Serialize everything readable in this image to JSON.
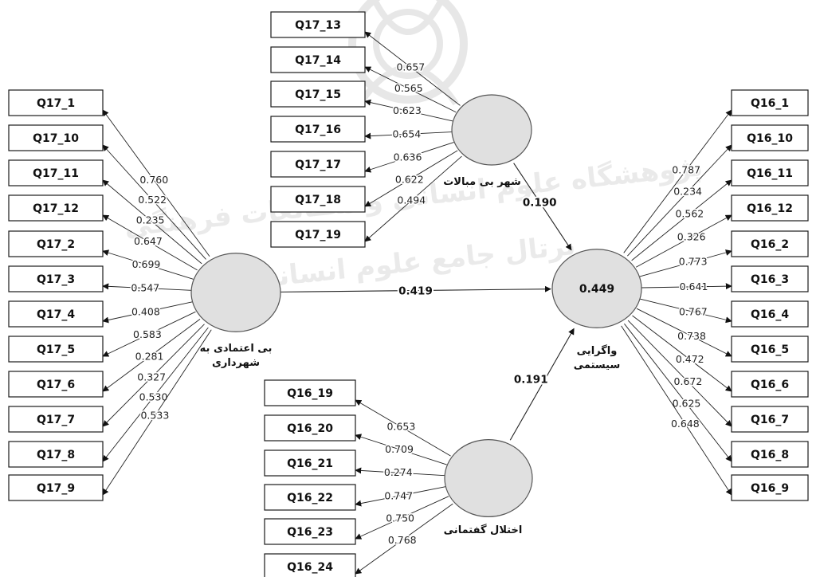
{
  "latent_variables": {
    "distrust": {
      "name_line1": "بی اعتمادی به",
      "name_line2": "شهرداری"
    },
    "city_indifference": {
      "name": "شهر بی مبالات"
    },
    "divergence": {
      "name_line1": "واگرایی",
      "name_line2": "سیستمی",
      "r2": "0.449"
    },
    "discourse_disorder": {
      "name": "اختلال گفتمانی"
    }
  },
  "indicators": {
    "distrust": [
      {
        "id": "Q17_1",
        "loading": "0.760"
      },
      {
        "id": "Q17_10",
        "loading": "0.522"
      },
      {
        "id": "Q17_11",
        "loading": "0.235"
      },
      {
        "id": "Q17_12",
        "loading": "0.647"
      },
      {
        "id": "Q17_2",
        "loading": "0.699"
      },
      {
        "id": "Q17_3",
        "loading": "0.547"
      },
      {
        "id": "Q17_4",
        "loading": "0.408"
      },
      {
        "id": "Q17_5",
        "loading": "0.583"
      },
      {
        "id": "Q17_6",
        "loading": "0.281"
      },
      {
        "id": "Q17_7",
        "loading": "0.327"
      },
      {
        "id": "Q17_8",
        "loading": "0.530"
      },
      {
        "id": "Q17_9",
        "loading": "0.533"
      }
    ],
    "city_indifference": [
      {
        "id": "Q17_13",
        "loading": "0.657"
      },
      {
        "id": "Q17_14",
        "loading": "0.565"
      },
      {
        "id": "Q17_15",
        "loading": "0.623"
      },
      {
        "id": "Q17_16",
        "loading": "0.654"
      },
      {
        "id": "Q17_17",
        "loading": "0.636"
      },
      {
        "id": "Q17_18",
        "loading": "0.622"
      },
      {
        "id": "Q17_19",
        "loading": "0.494"
      }
    ],
    "discourse_disorder": [
      {
        "id": "Q16_19",
        "loading": "0.653"
      },
      {
        "id": "Q16_20",
        "loading": "0.709"
      },
      {
        "id": "Q16_21",
        "loading": "0.274"
      },
      {
        "id": "Q16_22",
        "loading": "0.747"
      },
      {
        "id": "Q16_23",
        "loading": "0.750"
      },
      {
        "id": "Q16_24",
        "loading": "0.768"
      }
    ],
    "divergence": [
      {
        "id": "Q16_1",
        "loading": "0.787"
      },
      {
        "id": "Q16_10",
        "loading": "0.234"
      },
      {
        "id": "Q16_11",
        "loading": "0.562"
      },
      {
        "id": "Q16_12",
        "loading": "0.326"
      },
      {
        "id": "Q16_2",
        "loading": "0.773"
      },
      {
        "id": "Q16_3",
        "loading": "0.641"
      },
      {
        "id": "Q16_4",
        "loading": "0.767"
      },
      {
        "id": "Q16_5",
        "loading": "0.738"
      },
      {
        "id": "Q16_6",
        "loading": "0.472"
      },
      {
        "id": "Q16_7",
        "loading": "0.672"
      },
      {
        "id": "Q16_8",
        "loading": "0.625"
      },
      {
        "id": "Q16_9",
        "loading": "0.648"
      }
    ]
  },
  "paths": {
    "distrust_to_divergence": "0.419",
    "city_indifference_to_divergence": "0.190",
    "discourse_disorder_to_divergence": "0.191"
  },
  "watermark": {
    "line1": "پژوهشگاه علوم انسانی و مطالعات فرهنگی",
    "line2": "پرتال جامع علوم انسانی"
  },
  "colors": {
    "latent_fill": "#e0e0e0",
    "line": "#222222",
    "watermark": "#d9d9d9"
  }
}
